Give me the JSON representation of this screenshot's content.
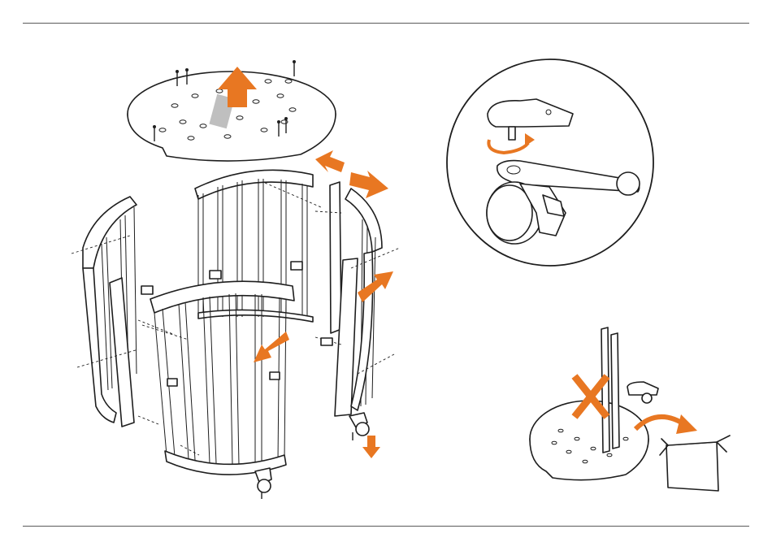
{
  "colors": {
    "accent": "#e87722",
    "line": "#1e1e1e",
    "rule": "#5a5a5a",
    "background": "#ffffff"
  },
  "diagram": {
    "steps": [
      {
        "name": "lift-mattress-base",
        "arrow": "up"
      },
      {
        "name": "remove-end-posts",
        "arrow": "outward"
      },
      {
        "name": "remove-side-panels",
        "arrow": "outward"
      },
      {
        "name": "remove-wheels",
        "arrow": "down"
      },
      {
        "name": "unscrew-wheel-with-spanner",
        "icon": "rotate-arrow-icon"
      },
      {
        "name": "pack-parts-in-box",
        "icon": "prohibited-x-icon"
      }
    ]
  }
}
